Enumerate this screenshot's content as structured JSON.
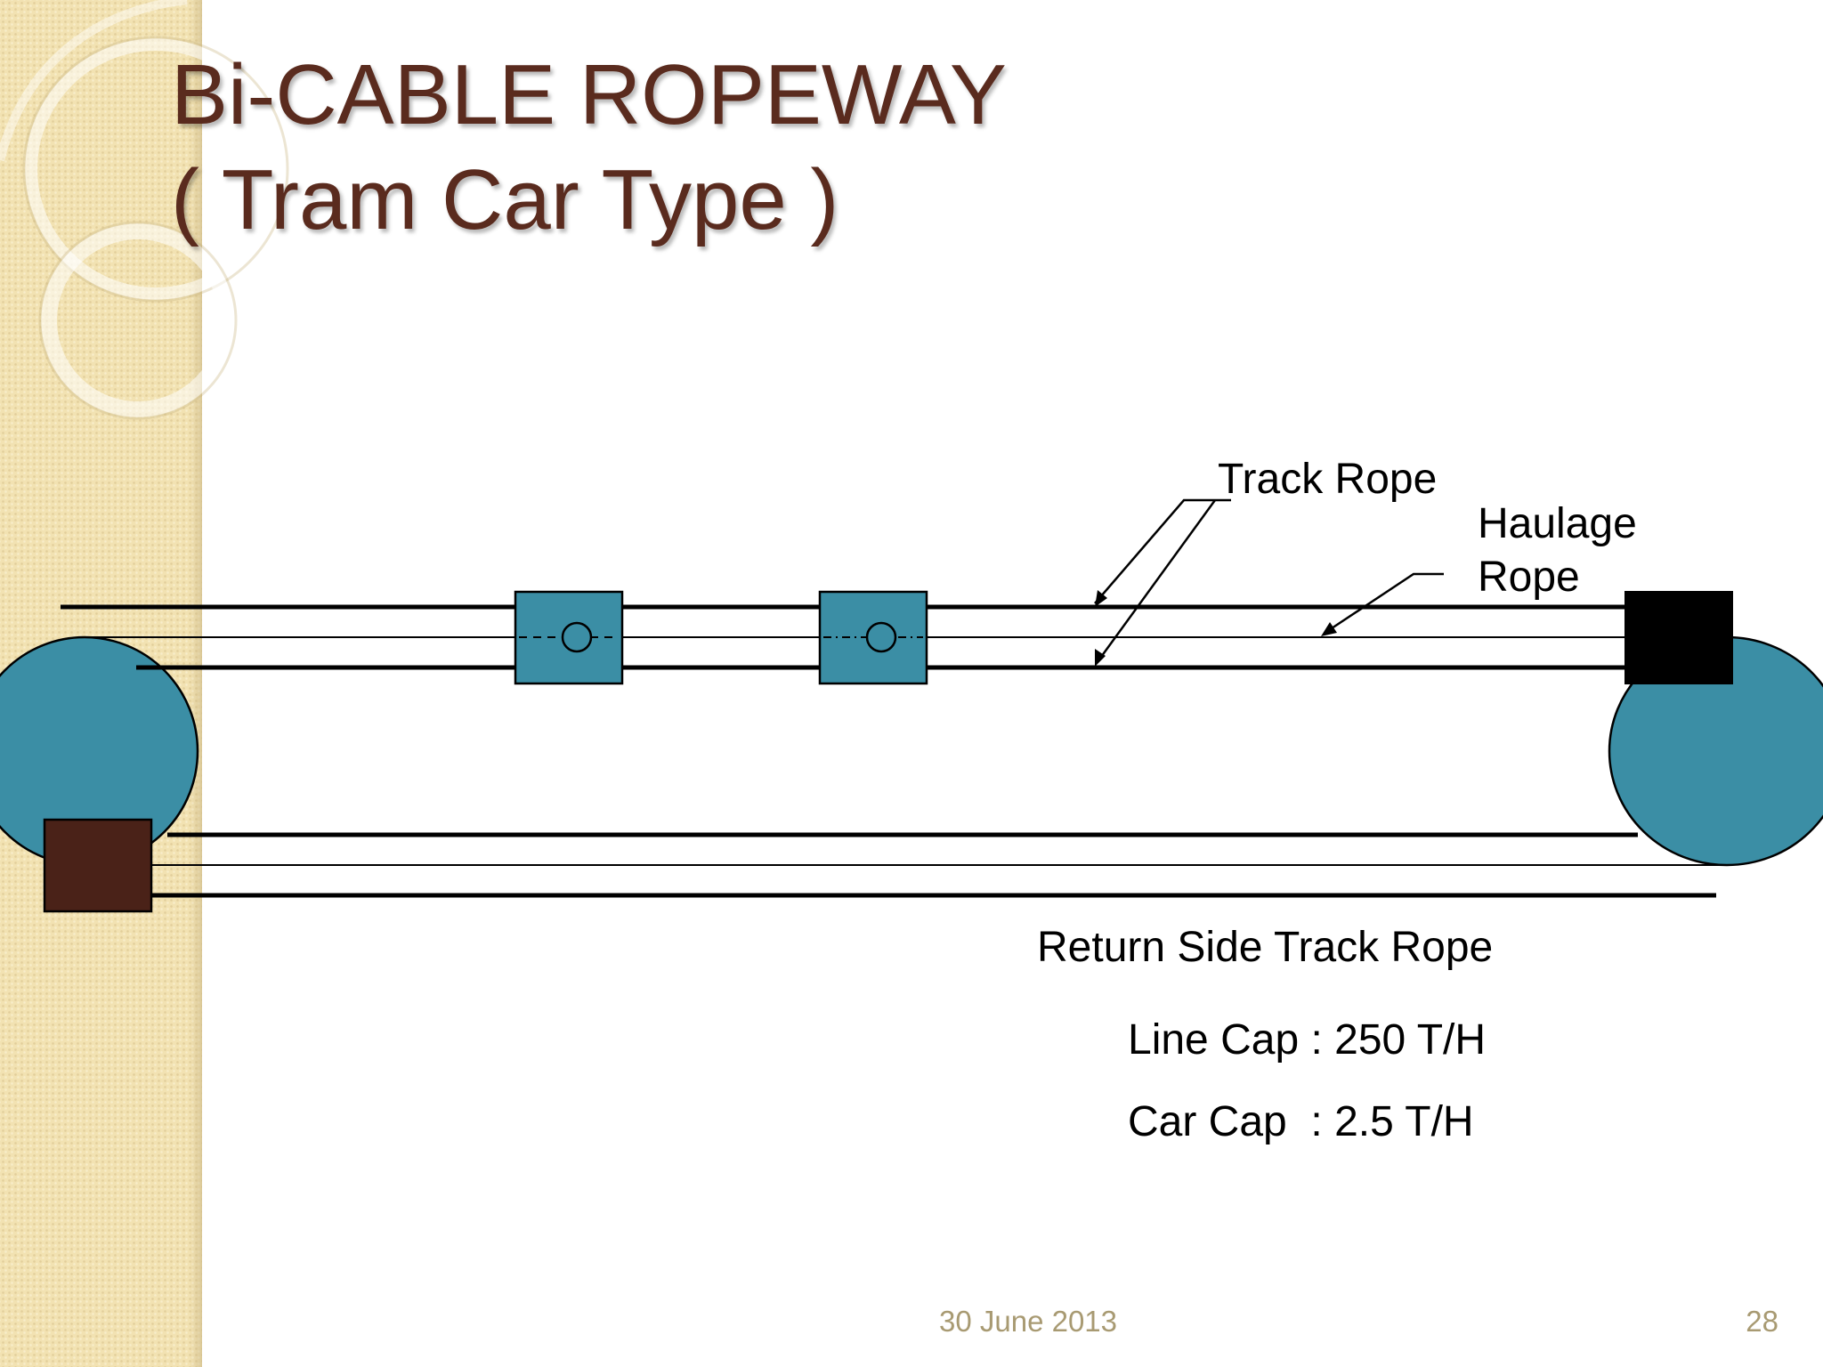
{
  "slide": {
    "title_line1": "Bi-CABLE ROPEWAY",
    "title_line2": "( Tram Car Type )",
    "footer_date": "30 June 2013",
    "page_number": "28"
  },
  "diagram": {
    "labels": {
      "track_rope": "Track Rope",
      "haulage_rope_line1": "Haulage",
      "haulage_rope_line2": "Rope",
      "return_side_track_rope": "Return Side Track Rope",
      "line_cap": "Line Cap : 250 T/H",
      "car_cap": "Car Cap  : 2.5 T/H"
    },
    "colors": {
      "terminal_wheel": "#3b8ea5",
      "tram_car": "#3b8ea5",
      "loading_station": "#000000",
      "return_car": "#4a2218",
      "title": "#5a2b1e",
      "footer": "#a89a72"
    }
  }
}
